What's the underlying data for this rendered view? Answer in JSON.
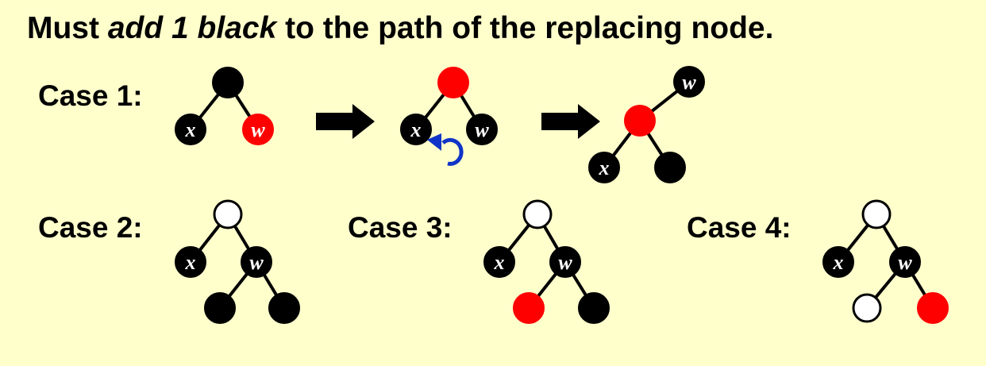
{
  "title": {
    "prefix": "Must ",
    "emphasis": "add 1 black",
    "suffix": " to the path of the replacing node."
  },
  "cases": [
    {
      "label": "Case 1:"
    },
    {
      "label": "Case 2:"
    },
    {
      "label": "Case 3:"
    },
    {
      "label": "Case 4:"
    }
  ],
  "node_labels": {
    "x": "x",
    "w": "w"
  },
  "colors": {
    "background": "#FFFFCC",
    "black_node": "#000000",
    "red_node": "#FF0000",
    "white_node": "#FFFFFF",
    "edge": "#000000",
    "rotate_arrow": "#1034C8"
  }
}
